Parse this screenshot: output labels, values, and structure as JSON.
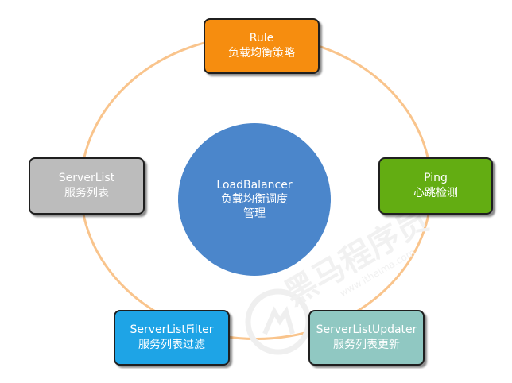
{
  "center": {
    "line1": "LoadBalancer",
    "line2": "负载均衡调度",
    "line3": "管理",
    "color": "#4b86cb"
  },
  "rule": {
    "title": "Rule",
    "subtitle": "负载均衡策略",
    "color": "#f68d0f"
  },
  "ping": {
    "title": "Ping",
    "subtitle": "心跳检测",
    "color": "#63ad12"
  },
  "server_list": {
    "title": "ServerList",
    "subtitle": "服务列表",
    "color": "#bcbcbc"
  },
  "server_list_filter": {
    "title": "ServerListFilter",
    "subtitle": "服务列表过滤",
    "color": "#1ea4e6"
  },
  "server_list_updater": {
    "title": "ServerListUpdater",
    "subtitle": "服务列表更新",
    "color": "#90c8c2"
  },
  "ring_color": "#f9c48c",
  "watermark": {
    "text": "黑马程序员",
    "url": "www.itheima.com"
  }
}
